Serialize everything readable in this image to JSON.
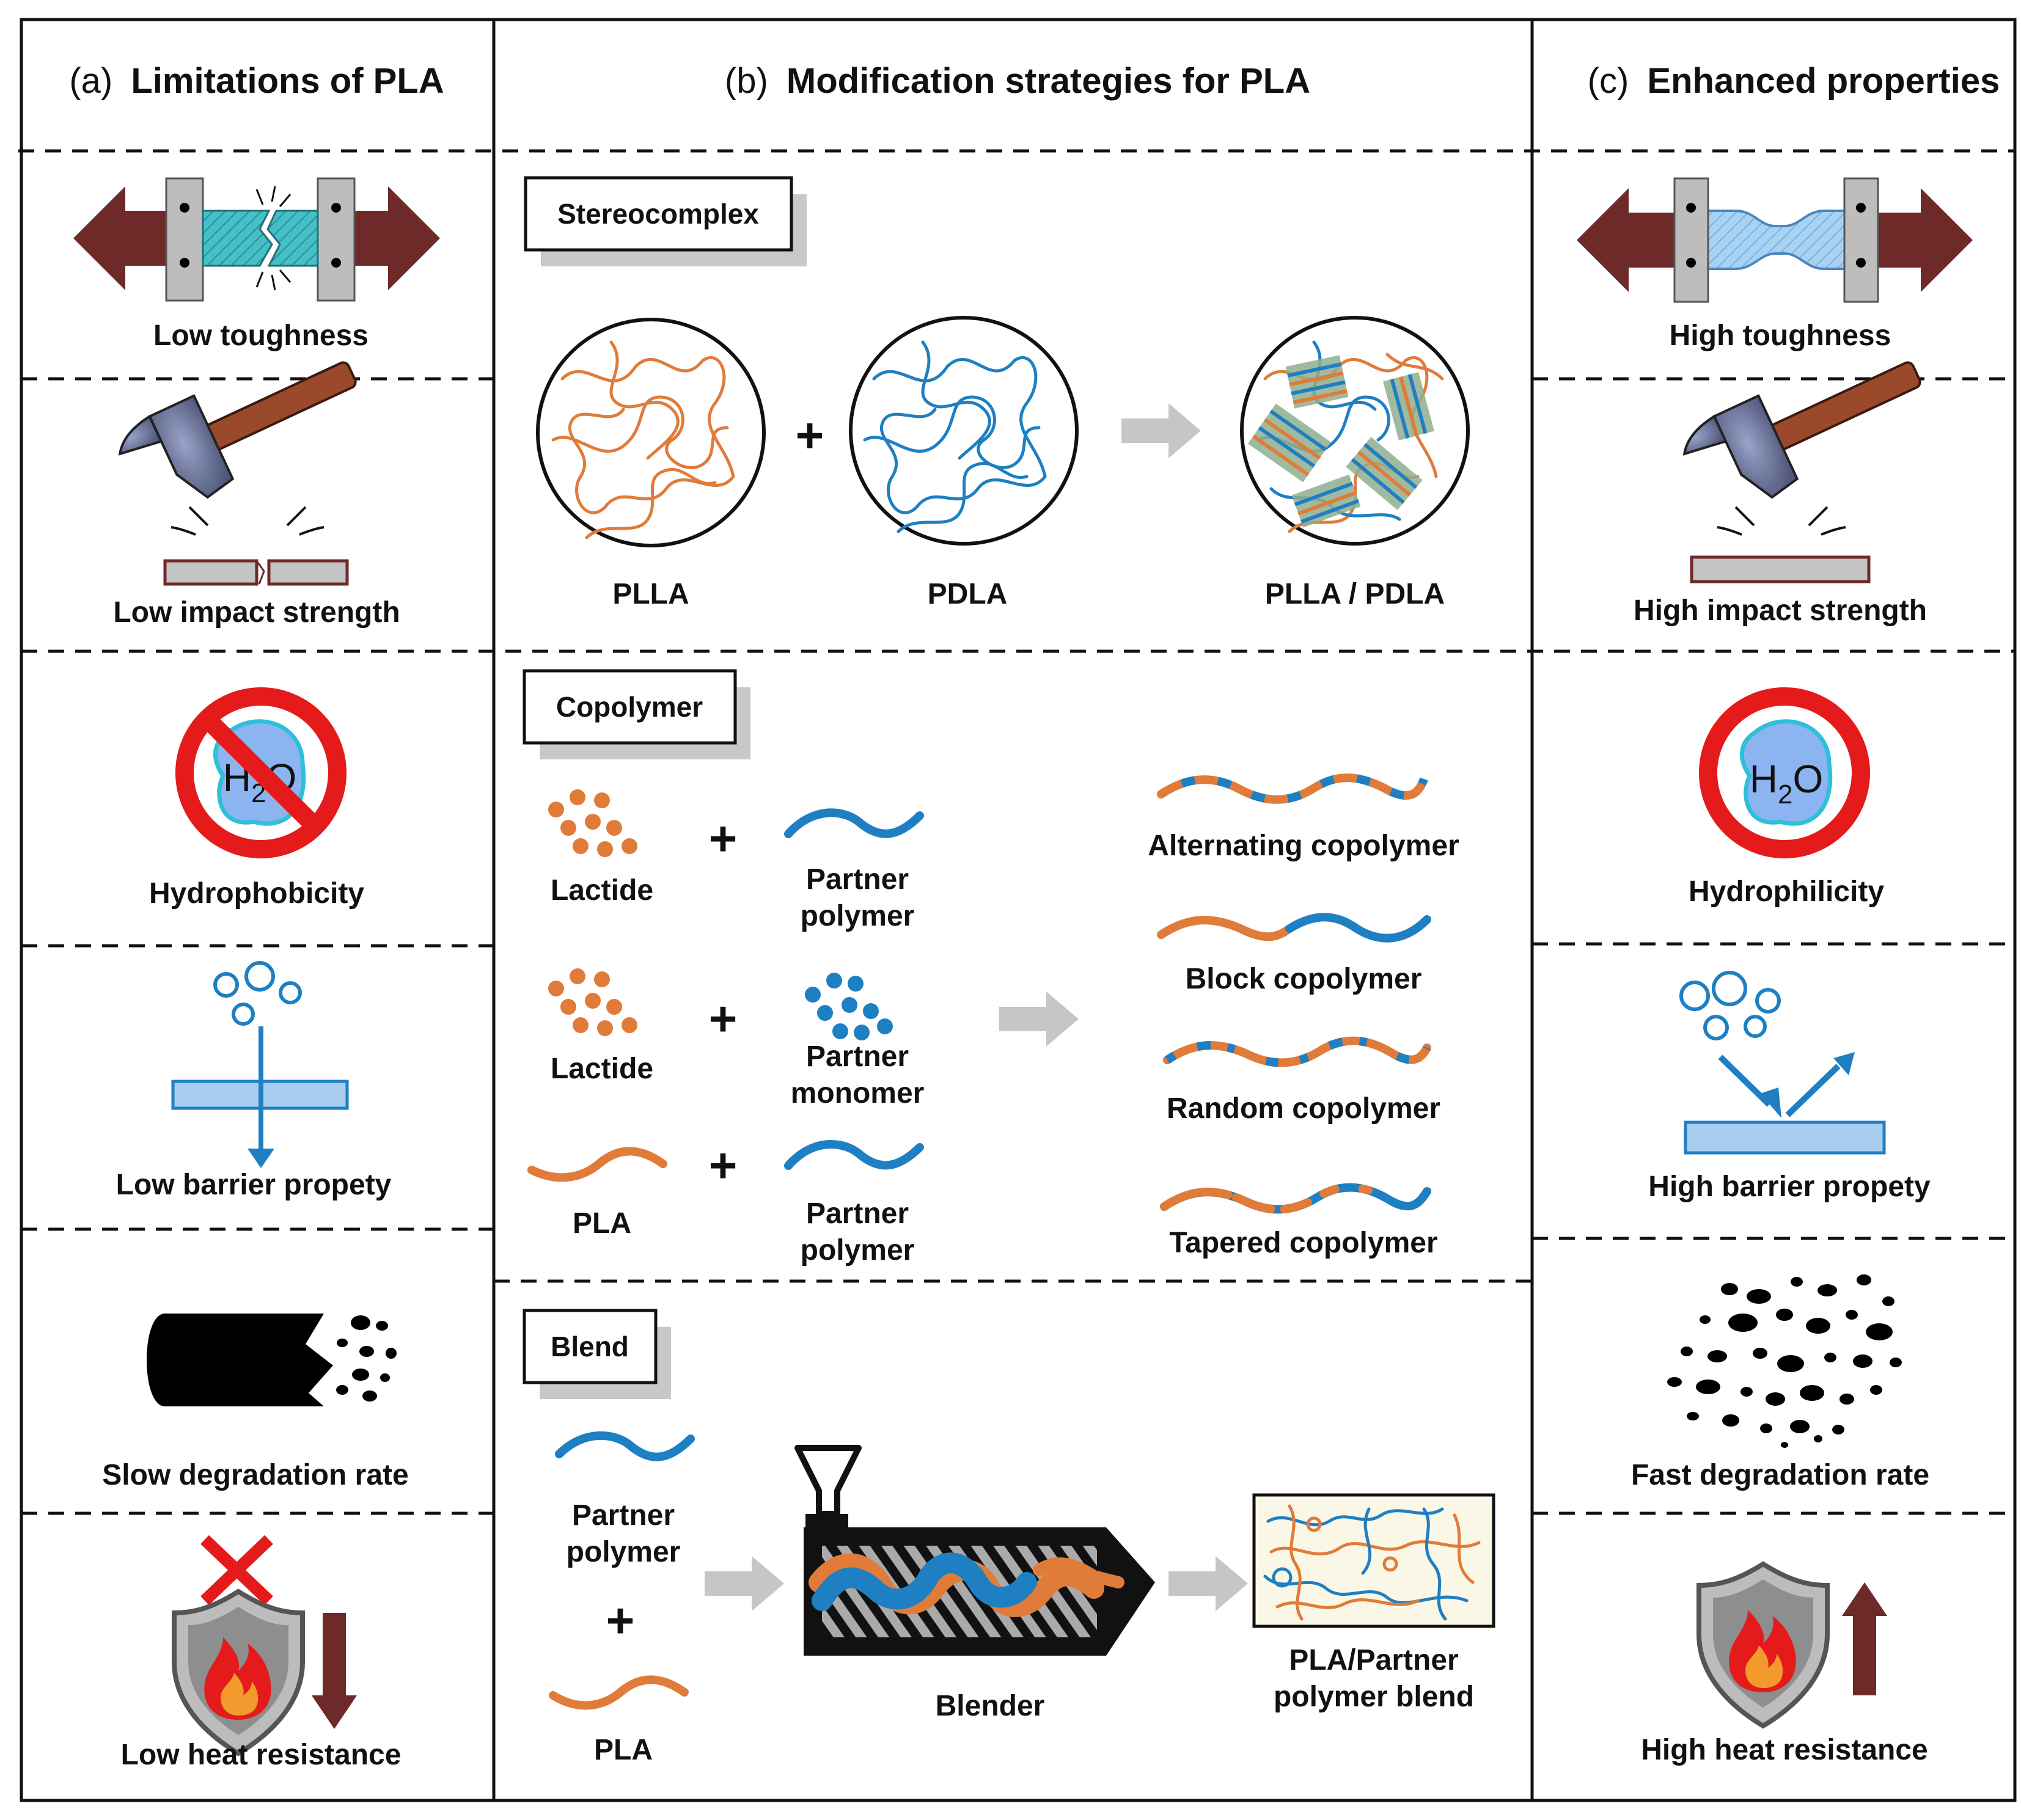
{
  "headers": {
    "a_prefix": "(a)",
    "a_title": "Limitations of PLA",
    "b_prefix": "(b)",
    "b_title": "Modification strategies for PLA",
    "c_prefix": "(c)",
    "c_title": "Enhanced properties"
  },
  "limitations": [
    {
      "label": "Low toughness",
      "icon": "tensile-break-icon"
    },
    {
      "label": "Low impact strength",
      "icon": "hammer-crack-icon"
    },
    {
      "label": "Hydrophobicity",
      "icon": "no-water-icon"
    },
    {
      "label": "Low barrier propety",
      "icon": "gas-pass-icon"
    },
    {
      "label": "Slow degradation rate",
      "icon": "solid-block-icon"
    },
    {
      "label": "Low heat resistance",
      "icon": "heat-shield-down-icon"
    }
  ],
  "enhanced": [
    {
      "label": "High toughness",
      "icon": "tensile-neck-icon"
    },
    {
      "label": "High impact strength",
      "icon": "hammer-intact-icon"
    },
    {
      "label": "Hydrophilicity",
      "icon": "water-icon"
    },
    {
      "label": "High barrier propety",
      "icon": "gas-reflect-icon"
    },
    {
      "label": "Fast degradation rate",
      "icon": "fragments-icon"
    },
    {
      "label": "High heat resistance",
      "icon": "heat-shield-up-icon"
    }
  ],
  "stereocomplex": {
    "title": "Stereocomplex",
    "plus": "+",
    "plla": "PLLA",
    "pdla": "PDLA",
    "result": "PLLA / PDLA"
  },
  "copolymer": {
    "title": "Copolymer",
    "plus": "+",
    "reactants": [
      {
        "left": "Lactide",
        "right_line1": "Partner",
        "right_line2": "polymer"
      },
      {
        "left": "Lactide",
        "right_line1": "Partner",
        "right_line2": "monomer"
      },
      {
        "left": "PLA",
        "right_line1": "Partner",
        "right_line2": "polymer"
      }
    ],
    "products": [
      "Alternating copolymer",
      "Block copolymer",
      "Random copolymer",
      "Tapered copolymer"
    ]
  },
  "blend": {
    "title": "Blend",
    "plus": "+",
    "partner_line1": "Partner",
    "partner_line2": "polymer",
    "pla": "PLA",
    "machine": "Blender",
    "result_line1": "PLA/Partner",
    "result_line2": "polymer blend"
  },
  "colors": {
    "orange": "#e07b39",
    "blue": "#1e7fc2",
    "dark_red": "#6e2a28",
    "steel_gray": "#bdbdbd",
    "arrow_gray": "#c6c6c6",
    "red": "#e51b1b",
    "teal": "#3fbcc4",
    "light_blue": "#a8cdef"
  }
}
